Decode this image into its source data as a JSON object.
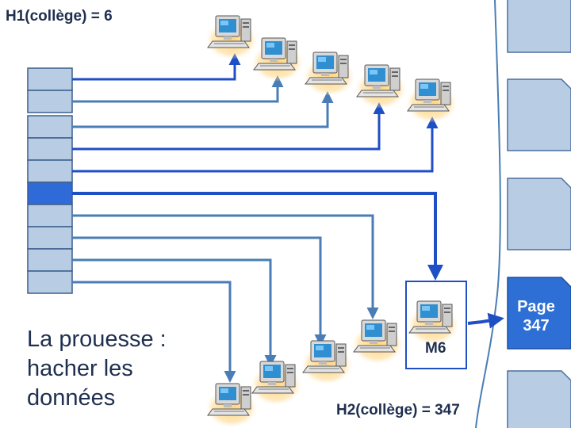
{
  "hash1_label": "H1(collège) = 6",
  "hash2_label": "H2(collège) = 347",
  "selected_machine_label": "M6",
  "caption_lines": [
    "La prouesse :",
    "hacher les",
    "données"
  ],
  "page_box": {
    "line1": "Page",
    "line2": "347"
  },
  "colors": {
    "table_cell": "#b8cce4",
    "table_cell_selected": "#2f6bd8",
    "table_border": "#3b5e8c",
    "arrow": "#4a7db5",
    "arrow_highlight": "#1f4fc4",
    "page_panel": "#b8cce4",
    "page_panel_selected": "#2d6fd4",
    "text_dark": "#1f2f4f"
  }
}
